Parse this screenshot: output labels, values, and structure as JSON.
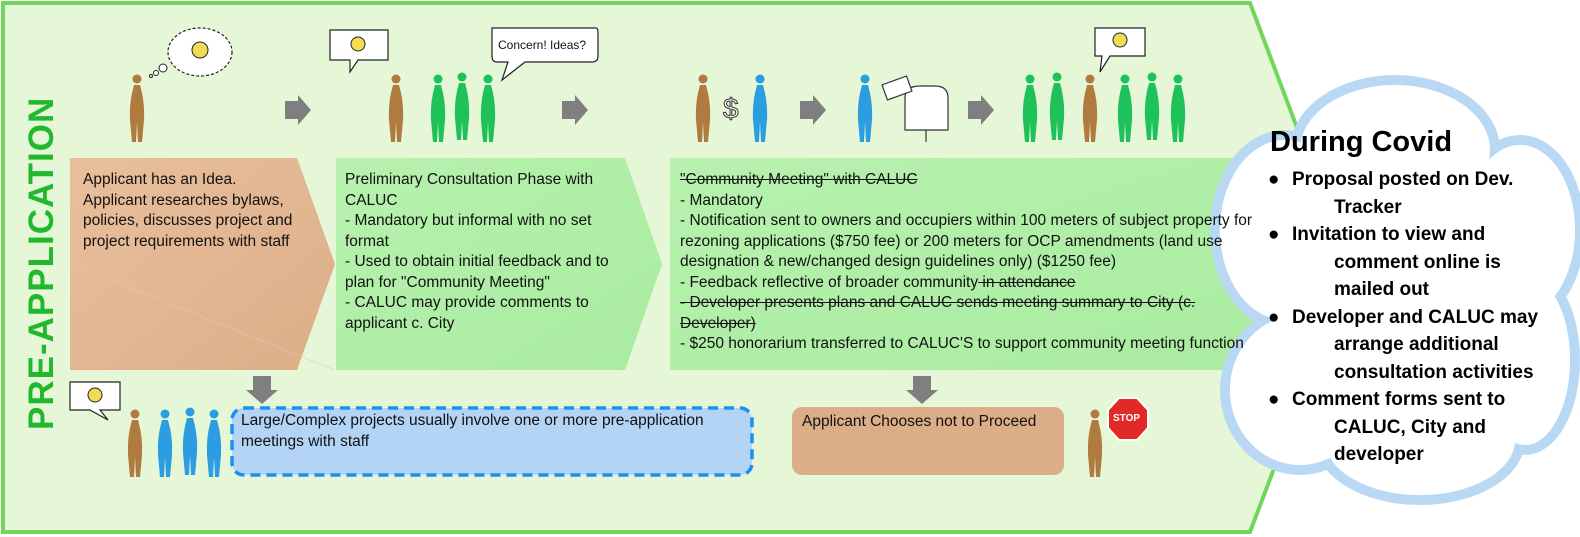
{
  "section_title": "PRE-APPLICATION",
  "stage1": {
    "lines": [
      "Applicant has an Idea.",
      "Applicant researches bylaws,",
      "policies, discusses project  and",
      "project requirements with staff"
    ]
  },
  "stage2": {
    "lines": [
      "Preliminary Consultation Phase with",
      "CALUC",
      "- Mandatory but informal with no set",
      "format",
      "- Used to obtain initial feedback and to",
      "plan for \"Community Meeting\"",
      "- CALUC may provide comments to",
      "applicant c. City"
    ]
  },
  "stage3": {
    "heading": "\"Community Meeting\" with CALUC",
    "line_mandatory": "- Mandatory",
    "notif_1": "- Notification sent to owners and occupiers within 100 meters of subject property for",
    "notif_2": "rezoning applications ($750 fee) or 200 meters for OCP amendments (land use",
    "notif_3": "designation & new/changed design guidelines only) ($1250 fee)",
    "feedback": "- Feedback reflective of broader community",
    "feedback_struck": " in attendance",
    "developer_1": "- Developer presents plans and CALUC sends meeting summary to City (c.",
    "developer_2": "Developer)",
    "honorarium": "- $250 honorarium transferred to CALUC'S to support community meeting function"
  },
  "speech_bubble": "Concern! Ideas?",
  "large_projects": {
    "line1": "Large/Complex projects usually involve one or more pre-application",
    "line2": "meetings with staff"
  },
  "not_proceed": "Applicant Chooses not to Proceed",
  "stop_sign": "STOP",
  "covid": {
    "title": "During Covid",
    "items": [
      {
        "first": "Proposal posted on Dev.",
        "rest": [
          "Tracker"
        ]
      },
      {
        "first": "Invitation to view and",
        "rest": [
          "comment online is",
          "mailed out"
        ]
      },
      {
        "first": "Developer and CALUC may",
        "rest": [
          "arrange additional",
          "consultation activities"
        ]
      },
      {
        "first": "Comment forms sent to",
        "rest": [
          "CALUC, City and",
          "developer"
        ]
      }
    ]
  },
  "colors": {
    "background_green": "#e6f7d8",
    "border_green": "#72d65e",
    "box_tan": "#e2b894",
    "box_green": "#b0f0a8",
    "box_blue": "#b3d4f5",
    "title_green": "#22b82e",
    "figure_tan": "#b07b3e",
    "figure_green": "#1fc15b",
    "figure_blue": "#2b9de0",
    "arrow_gray": "#7f7f7f",
    "cloud_blue": "#b8d8f4"
  }
}
